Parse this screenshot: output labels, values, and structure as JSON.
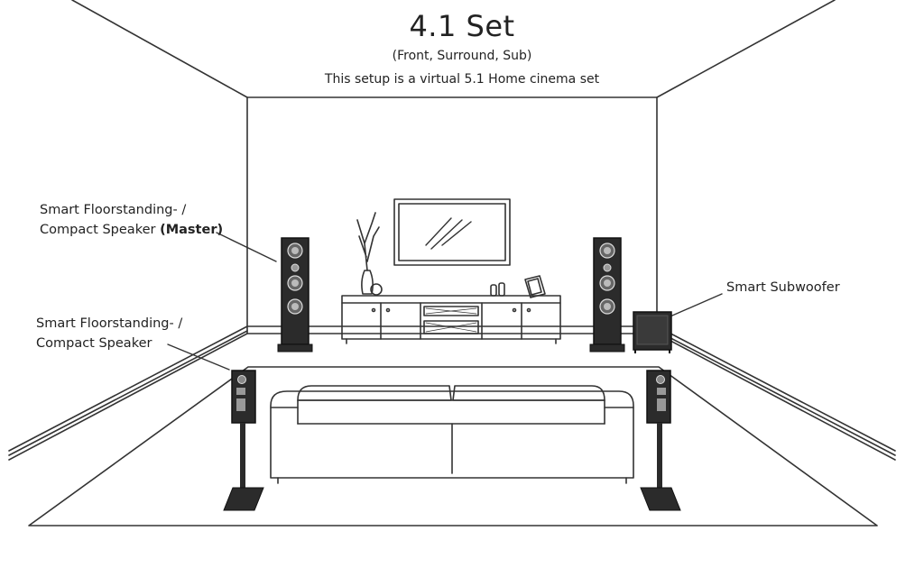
{
  "title": "4.1 Set",
  "subtitle": "(Front, Surround, Sub)",
  "description": "This setup is a virtual 5.1 Home cinema set",
  "labels": {
    "front_line1": "Smart Floorstanding- /",
    "front_line2": "Compact Speaker",
    "front_master": "(Master)",
    "subwoofer": "Smart Subwoofer",
    "surround_line1": "Smart Floorstanding- /",
    "surround_line2": "Compact Speaker"
  },
  "colors": {
    "line": "#333333",
    "speaker": "#2b2b2b",
    "background": "#ffffff"
  }
}
